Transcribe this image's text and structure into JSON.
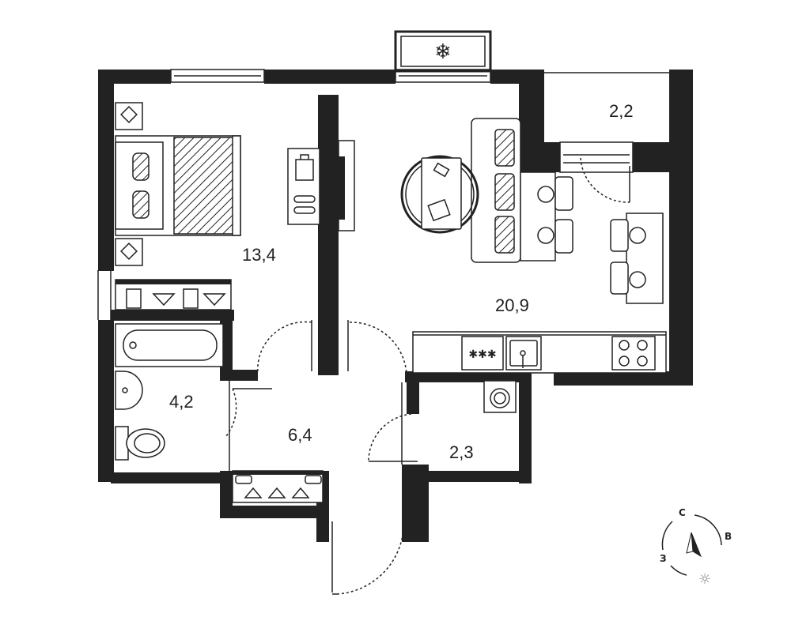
{
  "rooms": {
    "bedroom": {
      "area": "13,4"
    },
    "living_kitchen": {
      "area": "20,9"
    },
    "balcony": {
      "area": "2,2"
    },
    "bathroom": {
      "area": "4,2"
    },
    "hallway": {
      "area": "6,4"
    },
    "utility": {
      "area": "2,3"
    }
  },
  "compass": {
    "north": "С",
    "east": "В",
    "west": "З"
  },
  "icons": {
    "ac": "snowflake-icon",
    "sun": "sun-icon"
  },
  "colors": {
    "walls": "#222222",
    "background": "#ffffff"
  }
}
